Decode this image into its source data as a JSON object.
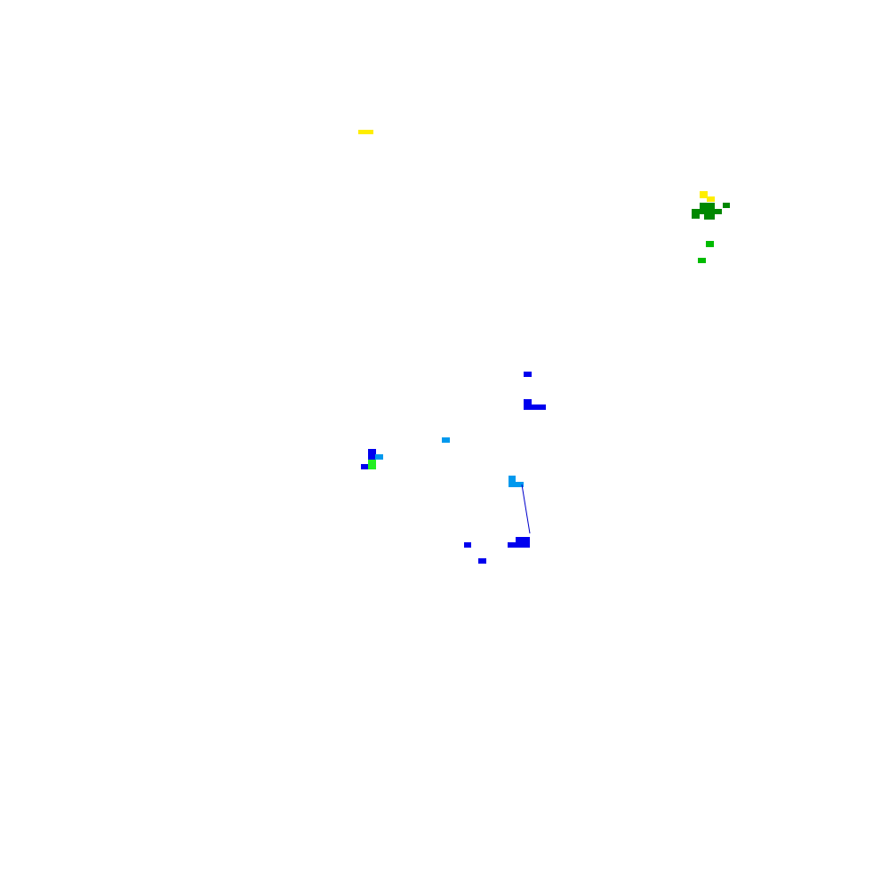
{
  "map": {
    "background": "#ffffff",
    "palette": {
      "yellow": "#ffee00",
      "dark_green": "#008800",
      "green": "#00bb00",
      "bright_green": "#22ee22",
      "blue": "#0000ee",
      "light_blue": "#0099ee",
      "line_blue": "#0000cc"
    },
    "layers": [
      {
        "name": "yellow-cells",
        "color": "yellow"
      },
      {
        "name": "dark-green-cells",
        "color": "dark_green"
      },
      {
        "name": "green-cells",
        "color": "green"
      },
      {
        "name": "bright-green-cells",
        "color": "bright_green"
      },
      {
        "name": "blue-cells",
        "color": "blue"
      },
      {
        "name": "light-blue-cells",
        "color": "light_blue"
      },
      {
        "name": "track-line",
        "color": "line_blue"
      }
    ]
  }
}
